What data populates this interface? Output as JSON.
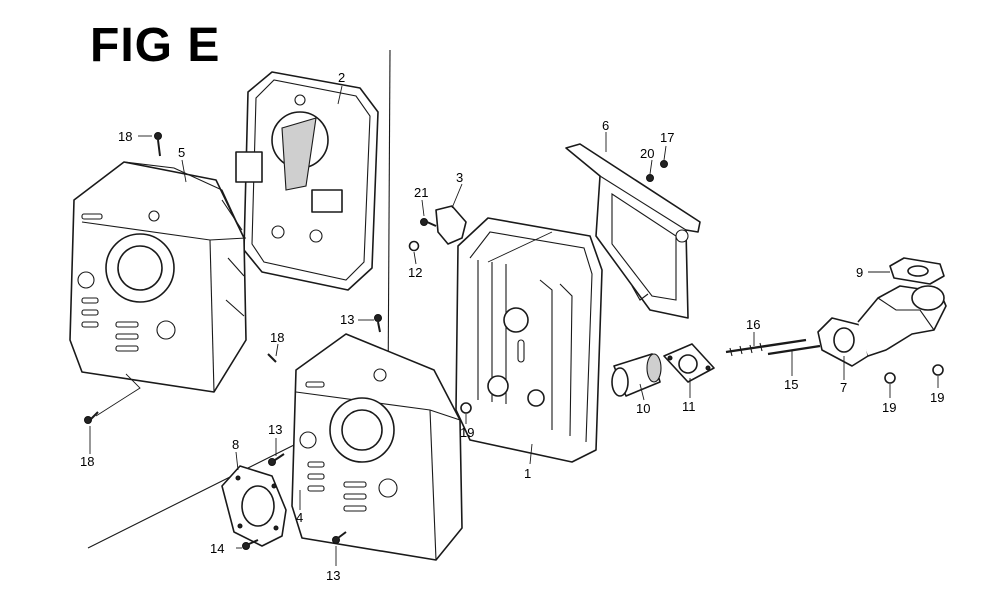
{
  "figure": {
    "title": "FIG E"
  },
  "callouts": [
    {
      "id": "c1",
      "label": "1"
    },
    {
      "id": "c2",
      "label": "2"
    },
    {
      "id": "c3",
      "label": "3"
    },
    {
      "id": "c4",
      "label": "4"
    },
    {
      "id": "c5",
      "label": "5"
    },
    {
      "id": "c6",
      "label": "6"
    },
    {
      "id": "c7",
      "label": "7"
    },
    {
      "id": "c8",
      "label": "8"
    },
    {
      "id": "c9",
      "label": "9"
    },
    {
      "id": "c10",
      "label": "10"
    },
    {
      "id": "c11",
      "label": "11"
    },
    {
      "id": "c12",
      "label": "12"
    },
    {
      "id": "c13a",
      "label": "13"
    },
    {
      "id": "c13b",
      "label": "13"
    },
    {
      "id": "c13c",
      "label": "13"
    },
    {
      "id": "c14",
      "label": "14"
    },
    {
      "id": "c15",
      "label": "15"
    },
    {
      "id": "c16",
      "label": "16"
    },
    {
      "id": "c17",
      "label": "17"
    },
    {
      "id": "c18a",
      "label": "18"
    },
    {
      "id": "c18b",
      "label": "18"
    },
    {
      "id": "c18c",
      "label": "18"
    },
    {
      "id": "c19a",
      "label": "19"
    },
    {
      "id": "c19b",
      "label": "19"
    },
    {
      "id": "c19c",
      "label": "19"
    },
    {
      "id": "c20",
      "label": "20"
    },
    {
      "id": "c21",
      "label": "21"
    }
  ]
}
